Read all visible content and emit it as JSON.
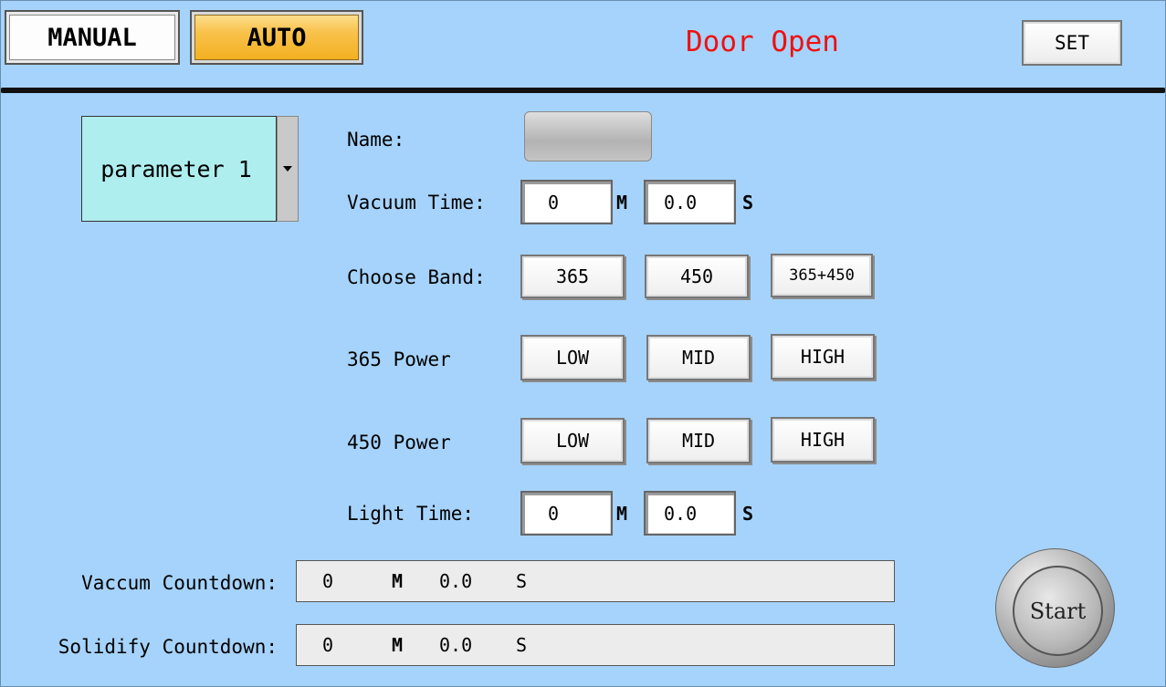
{
  "header": {
    "manual_label": "MANUAL",
    "auto_label": "AUTO",
    "door_status": "Door Open",
    "set_label": "SET"
  },
  "parameter": {
    "selected": "parameter 1"
  },
  "form": {
    "name_label": "Name:",
    "vacuum_time_label": "Vacuum Time:",
    "vacuum_minutes": "0",
    "vacuum_seconds": "0.0",
    "choose_band_label": "Choose Band:",
    "bands": [
      "365",
      "450",
      "365+450"
    ],
    "power365_label": "365 Power",
    "power450_label": "450 Power",
    "power_levels": [
      "LOW",
      "MID",
      "HIGH"
    ],
    "light_time_label": "Light Time:",
    "light_minutes": "0",
    "light_seconds": "0.0",
    "unit_m": "M",
    "unit_s": "S"
  },
  "countdown": {
    "vacuum_label": "Vaccum Countdown:",
    "vacuum_minutes": "0",
    "vacuum_seconds": "0.0",
    "solidify_label": "Solidify Countdown:",
    "solidify_minutes": "0",
    "solidify_seconds": "0.0",
    "unit_m": "M",
    "unit_s": "S"
  },
  "start_label": "Start",
  "colors": {
    "background": "#a6d3fb",
    "door_status": "#ee1111",
    "auto_button": "#f3ae1c",
    "parameter_box": "#afeeee"
  }
}
